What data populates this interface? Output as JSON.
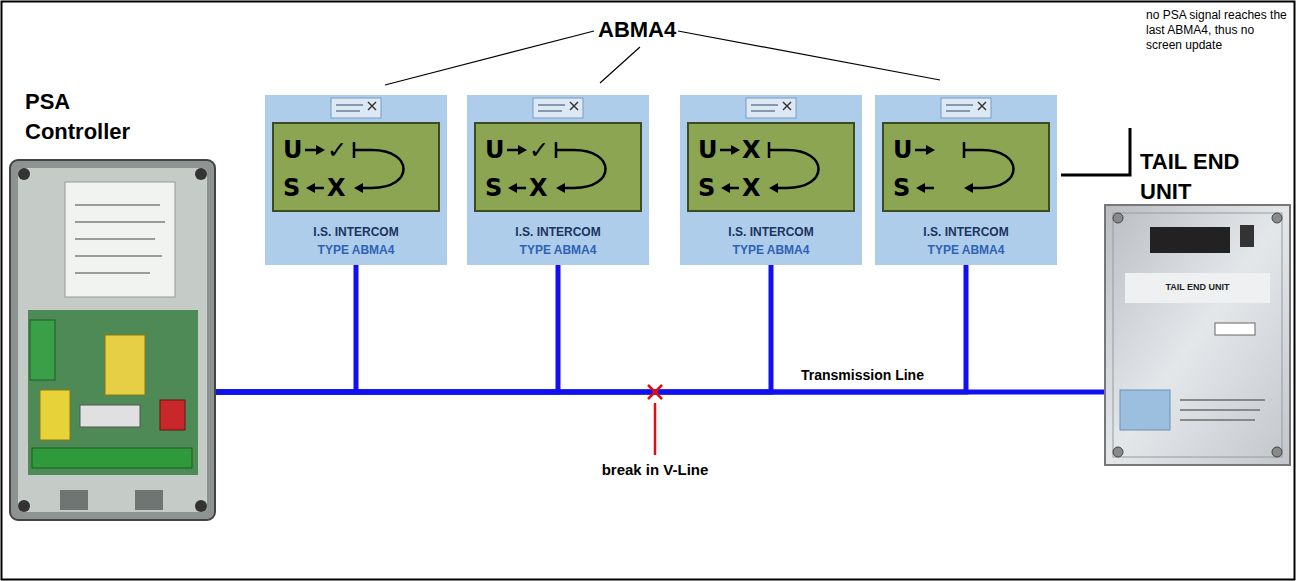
{
  "diagram": {
    "nodes": [
      {
        "text": [
          "PSA Controller"
        ]
      },
      {
        "text": [
          "I.S. INTERCOM",
          "TYPE ABMA4"
        ]
      },
      {
        "text": [
          "U",
          "✓",
          "S",
          "X"
        ],
        "in": 1
      },
      {
        "text": [
          "I.S. INTERCOM",
          "TYPE ABMA4"
        ]
      },
      {
        "text": [
          "U",
          "✓",
          "S",
          "X"
        ],
        "in": 3
      },
      {
        "text": [
          "I.S. INTERCOM",
          "TYPE ABMA4"
        ]
      },
      {
        "text": [
          "U",
          "X",
          "S",
          "X"
        ],
        "in": 5
      },
      {
        "text": [
          "I.S. INTERCOM",
          "TYPE ABMA4"
        ]
      },
      {
        "text": [
          "U",
          "S"
        ],
        "in": 7
      },
      {
        "text": [
          "TAIL END UNIT",
          "TAIL END UNIT"
        ]
      }
    ],
    "edges": [
      {
        "from": 0,
        "to": 1,
        "arrow": "none"
      },
      {
        "from": 0,
        "to": 3,
        "arrow": "none"
      },
      {
        "from": 0,
        "to": 5,
        "arrow": "none"
      },
      {
        "from": 0,
        "to": 7,
        "arrow": "none"
      },
      {
        "from": 0,
        "to": 9,
        "label": "Transmission Line",
        "arrow": "none"
      }
    ],
    "labels": [
      "ABMA4",
      "no PSA signal reaches the last ABMA4, thus no screen update",
      "break in V-Line"
    ]
  }
}
